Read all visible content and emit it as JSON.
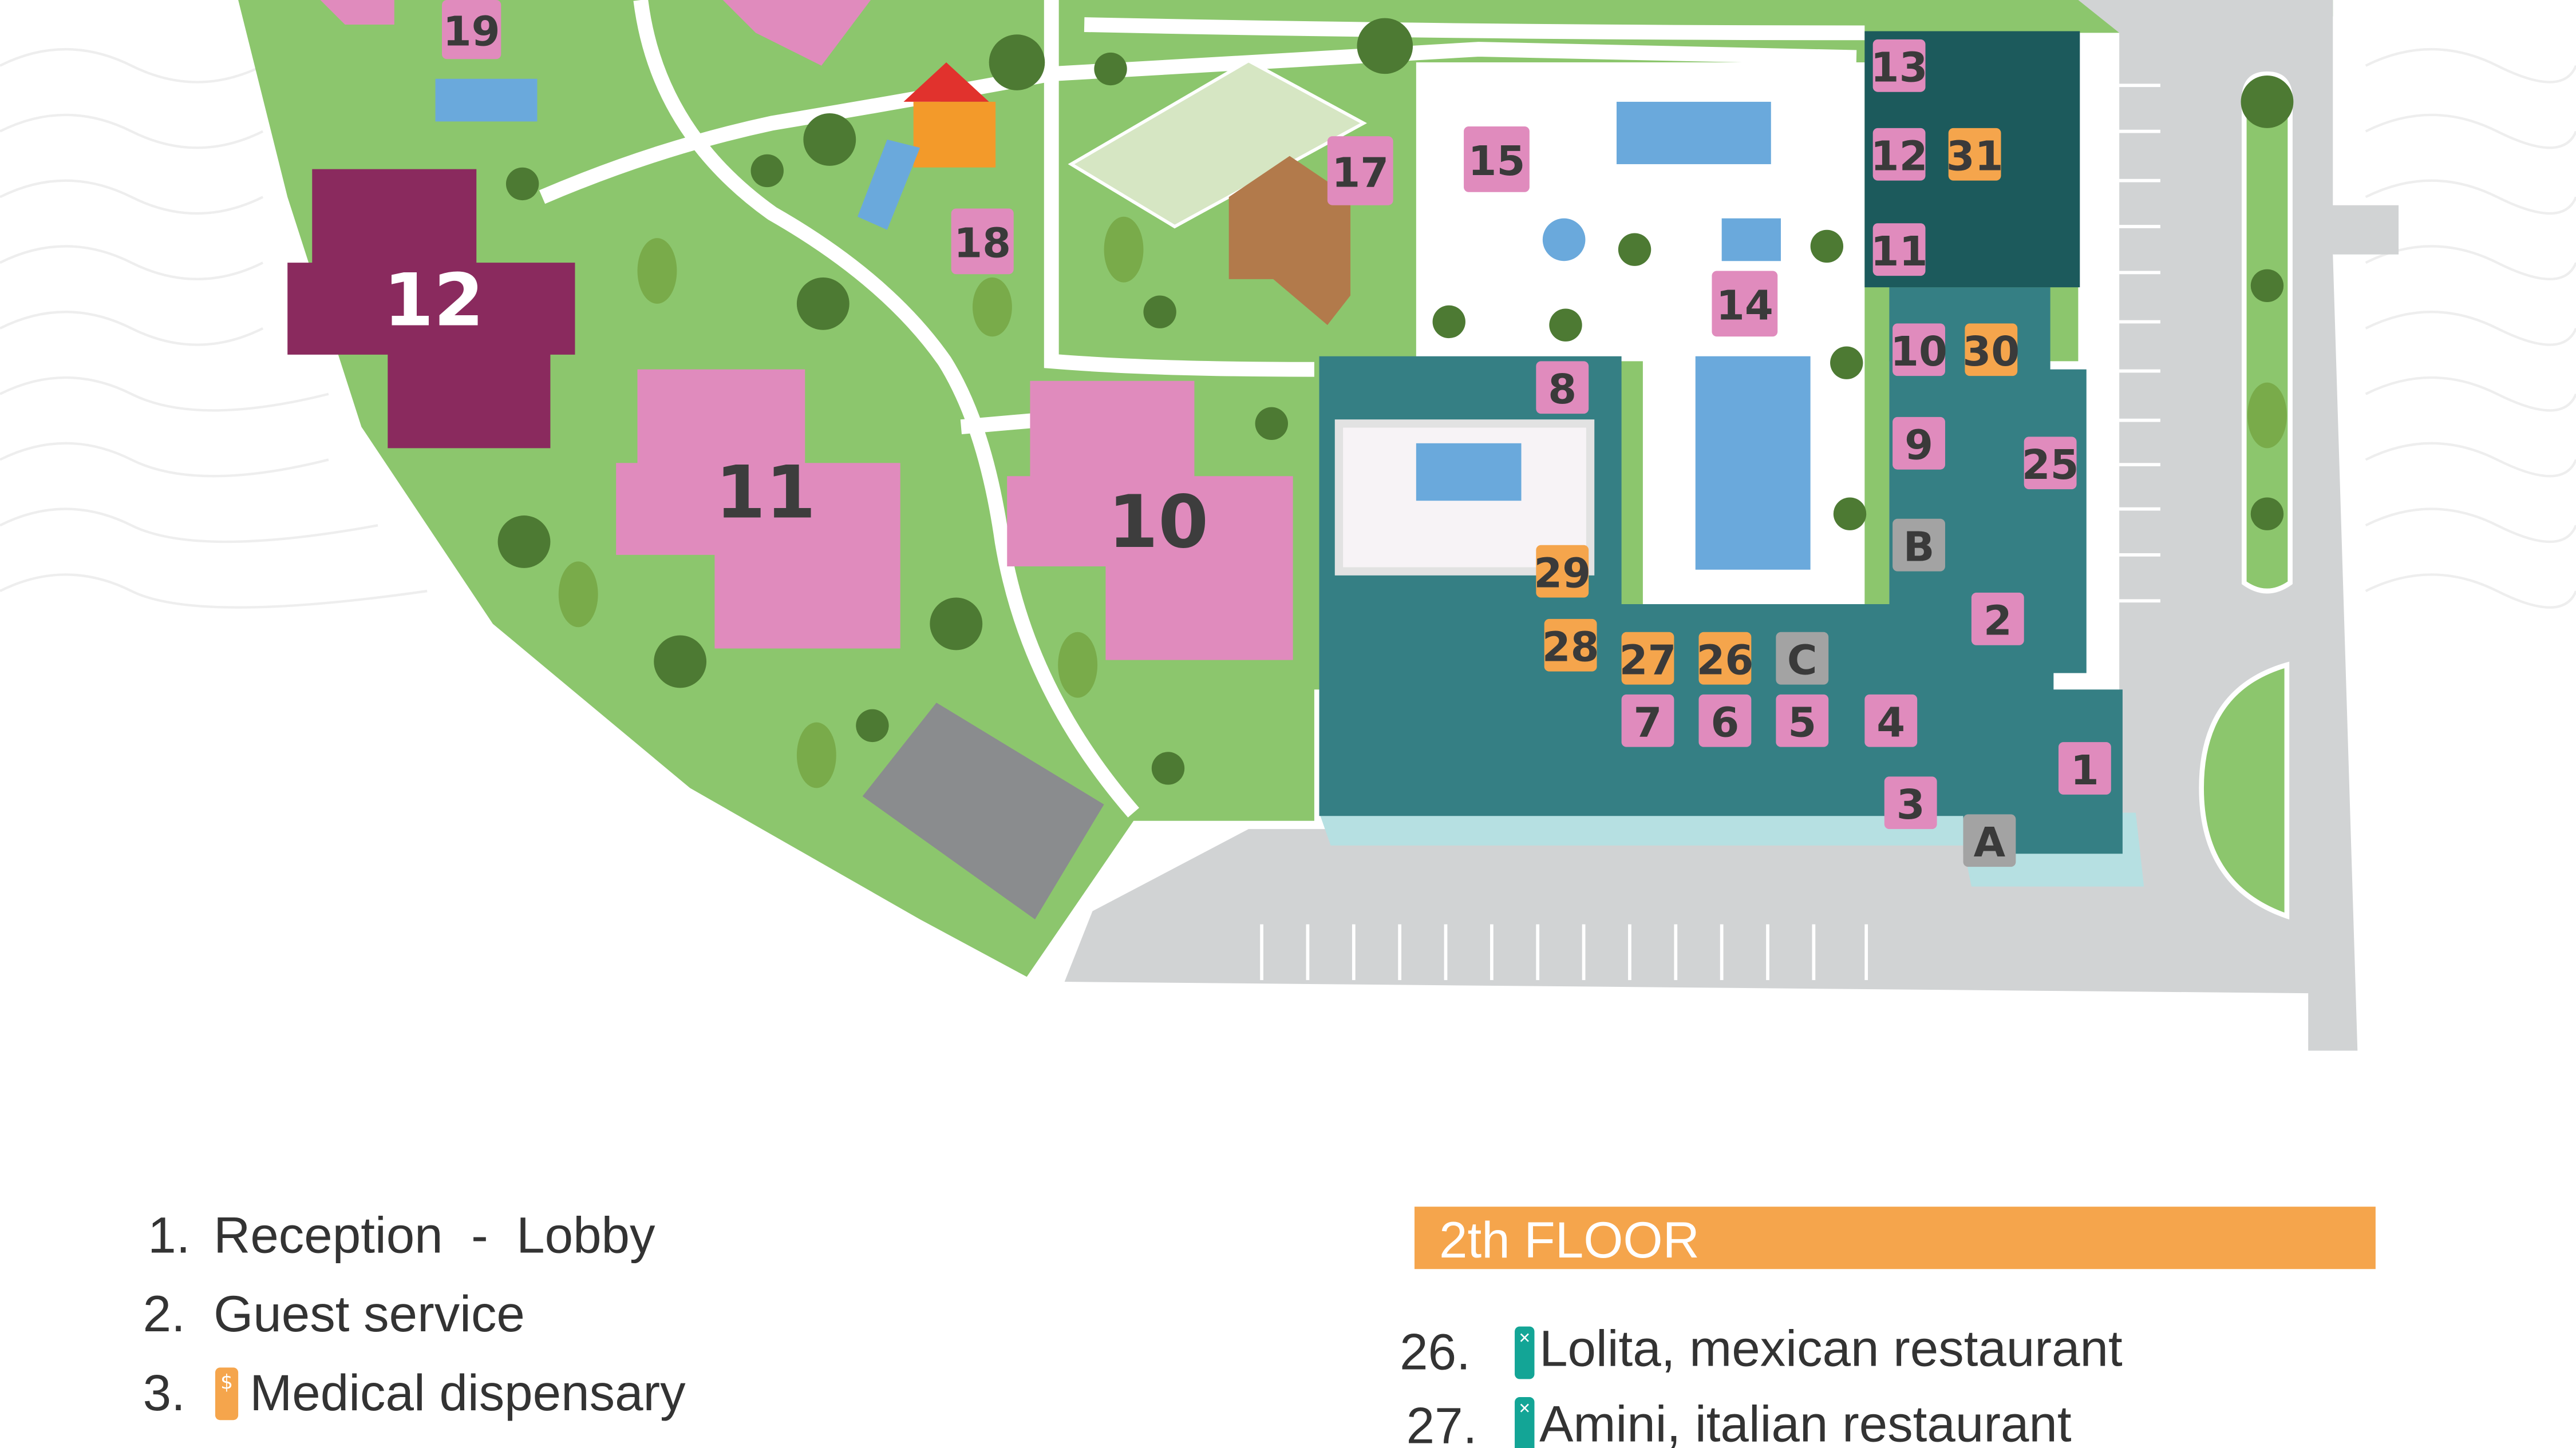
{
  "map": {
    "building_labels": [
      {
        "id": "12",
        "label": "12"
      },
      {
        "id": "11",
        "label": "11"
      },
      {
        "id": "10",
        "label": "10"
      }
    ],
    "markers": {
      "m19": "19",
      "m18": "18",
      "m17": "17",
      "m15": "15",
      "m14": "14",
      "m13": "13",
      "m12": "12",
      "m31": "31",
      "m11": "11",
      "m10": "10",
      "m30": "30",
      "m9": "9",
      "m25": "25",
      "mB": "B",
      "m8": "8",
      "m29": "29",
      "m28": "28",
      "m27": "27",
      "m26": "26",
      "mC": "C",
      "m7": "7",
      "m6": "6",
      "m5": "5",
      "m4": "4",
      "m2": "2",
      "m1": "1",
      "m3": "3",
      "mA": "A"
    },
    "colors": {
      "pink": "#e08bbd",
      "orange": "#f5a54c",
      "gray": "#a3a3a3",
      "teal": "#357f84",
      "dark_teal": "#1c5a5c",
      "grass": "#8cc66d",
      "pool": "#6aa9dc",
      "plum": "#8a2a5e"
    }
  },
  "legend": {
    "items": [
      {
        "num": "1.",
        "label": "Reception  -  Lobby"
      },
      {
        "num": "2.",
        "label": "Guest service"
      },
      {
        "num": "3.",
        "label": "Medical dispensary",
        "icon": "dollar-icon"
      }
    ],
    "floor2": {
      "title": "2th FLOOR",
      "items": [
        {
          "num": "26.",
          "label": "Lolita, mexican restaurant",
          "icon": "cutlery-icon"
        },
        {
          "num": "27.",
          "label": "Amini, italian restaurant",
          "icon": "cutlery-icon"
        }
      ]
    }
  }
}
